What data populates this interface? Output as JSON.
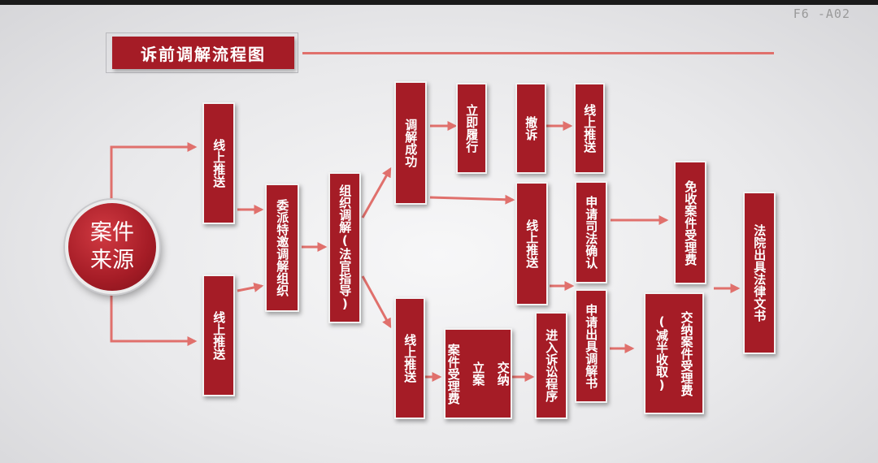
{
  "corner_label": "F6 -A02",
  "title": "诉前调解流程图",
  "source": {
    "line1": "案件",
    "line2": "来源"
  },
  "nodes": {
    "online_push_1": "线上推送",
    "online_push_2": "线上推送",
    "entrust": "委派特邀调解组织",
    "organize": "组织调解(法官指导)",
    "success": "调解成功",
    "perform": "立即履行",
    "withdraw": "撤诉",
    "online_push_3": "线上推送",
    "online_push_4": "线上推送",
    "judicial_confirm": "申请司法确认",
    "fee_waiver": "免收案件受理费",
    "court_document": "法院出具法律文书",
    "online_push_5": "线上推送",
    "file_case_col1": "立案",
    "file_case_col2": "交纳",
    "file_case_col3": "案件受理费",
    "litigation": "进入诉讼程序",
    "mediation_doc": "申请出具调解书",
    "pay_fee_col1": "交纳案件受理费",
    "pay_fee_col2": "(减半收取)"
  },
  "colors": {
    "node_fill": "#a51c26",
    "arrow": "#e0706c",
    "background": "#ebebed"
  }
}
